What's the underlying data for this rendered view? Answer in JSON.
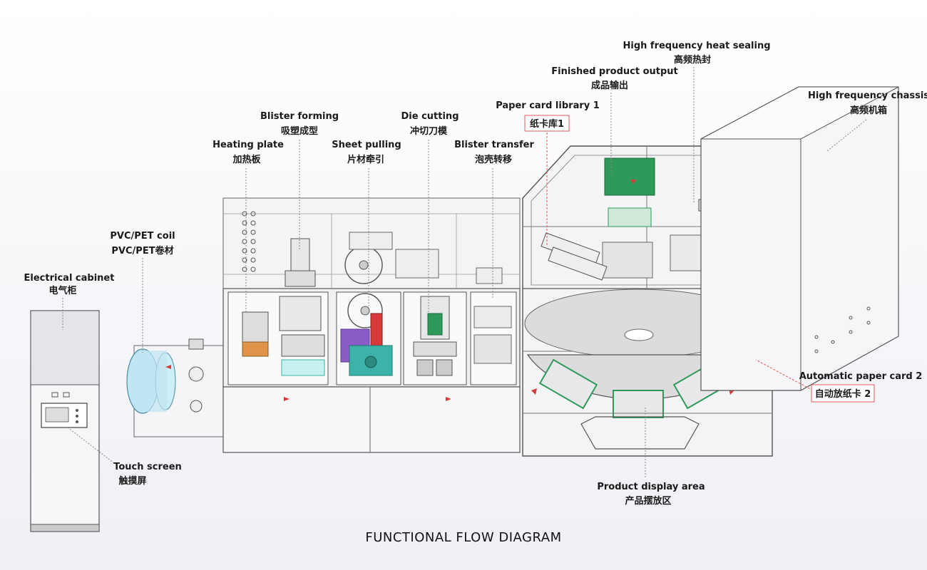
{
  "title": "FUNCTIONAL FLOW DIAGRAM",
  "labels": {
    "high_freq_sealing_en": "High frequency heat sealing",
    "high_freq_sealing_cn": "高频热封",
    "finished_output_en": "Finished product output",
    "finished_output_cn": "成品输出",
    "paper_card_lib_en": "Paper card library 1",
    "paper_card_lib_cn": "纸卡库1",
    "high_freq_chassis_en": "High frequency chassis",
    "high_freq_chassis_cn": "高频机箱",
    "blister_forming_en": "Blister forming",
    "blister_forming_cn": "吸塑成型",
    "die_cutting_en": "Die cutting",
    "die_cutting_cn": "冲切刀模",
    "heating_plate_en": "Heating plate",
    "heating_plate_cn": "加热板",
    "sheet_pulling_en": "Sheet pulling",
    "sheet_pulling_cn": "片材牵引",
    "blister_transfer_en": "Blister transfer",
    "blister_transfer_cn": "泡壳转移",
    "pvc_coil_en": "PVC/PET coil",
    "pvc_coil_cn": "PVC/PET卷材",
    "electrical_cabinet_en": "Electrical cabinet",
    "electrical_cabinet_cn": "电气柜",
    "auto_paper_card_en": "Automatic paper card 2",
    "auto_paper_card_cn": "自动放纸卡 2",
    "touch_screen_en": "Touch screen",
    "touch_screen_cn": "触摸屏",
    "product_display_en": "Product display area",
    "product_display_cn": "产品摆放区"
  },
  "colors": {
    "green": "#2e9a5a",
    "teal": "#3bb3a8",
    "purple": "#8a5cc8",
    "red": "#d83a3a",
    "orange": "#e0944a",
    "cyan_coil": "#bfe6f2",
    "frame_gray": "#555555"
  }
}
